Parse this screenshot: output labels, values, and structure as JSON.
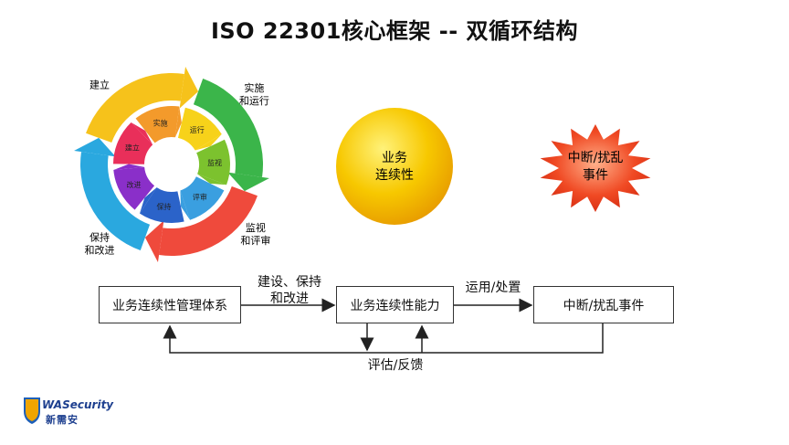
{
  "title": "ISO 22301核心框架 -- 双循环结构",
  "cycle": {
    "outer": [
      {
        "label": "建立",
        "color": "#f6c21b"
      },
      {
        "label": "实施",
        "label2": "和运行",
        "color": "#3bb54a"
      },
      {
        "label": "监视",
        "label2": "和评审",
        "color": "#ef4a3c"
      },
      {
        "label": "保持",
        "label2": "和改进",
        "color": "#2aa8df"
      }
    ],
    "inner": [
      {
        "label": "实施",
        "color": "#f39a2b"
      },
      {
        "label": "运行",
        "color": "#f7d21a"
      },
      {
        "label": "监视",
        "color": "#7cc22e"
      },
      {
        "label": "评审",
        "color": "#3a9fe0"
      },
      {
        "label": "保持",
        "color": "#2b63c9"
      },
      {
        "label": "改进",
        "color": "#8a2fc9"
      },
      {
        "label": "建立",
        "color": "#e92f5a"
      }
    ]
  },
  "center_circle": {
    "line1": "业务",
    "line2": "连续性",
    "color": "#f5c400"
  },
  "burst": {
    "line1": "中断/扰乱",
    "line2": "事件",
    "color": "#ef3d23"
  },
  "flow": {
    "box_left": "业务连续性管理体系",
    "box_mid": "业务连续性能力",
    "box_right": "中断/扰乱事件",
    "arrow1_line1": "建设、保持",
    "arrow1_line2": "和改进",
    "arrow2": "运用/处置",
    "feedback": "评估/反馈"
  },
  "logo": {
    "brand": "WASecurity",
    "cn": "新需安"
  }
}
